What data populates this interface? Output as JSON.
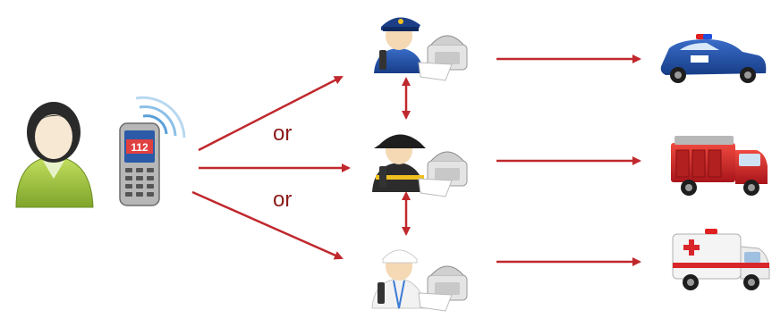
{
  "caller": {
    "icon": "caller-person-icon",
    "phone_icon": "mobile-phone-icon",
    "phone_screen_text": "112"
  },
  "routing": {
    "or_labels": [
      "or",
      "or"
    ]
  },
  "dispatchers": [
    {
      "icon": "police-dispatcher-icon",
      "desk_phone_icon": "desk-phone-icon"
    },
    {
      "icon": "firefighter-dispatcher-icon",
      "desk_phone_icon": "desk-phone-icon"
    },
    {
      "icon": "medical-dispatcher-icon",
      "desk_phone_icon": "desk-phone-icon"
    }
  ],
  "vehicles": [
    {
      "icon": "police-car-icon"
    },
    {
      "icon": "fire-truck-icon"
    },
    {
      "icon": "ambulance-icon"
    }
  ],
  "colors": {
    "arrow": "#c0282d",
    "police_blue": "#1f4fa8",
    "fire_red": "#d8262b",
    "person_green": "#9cc43a",
    "text": "#8b1a1a"
  }
}
